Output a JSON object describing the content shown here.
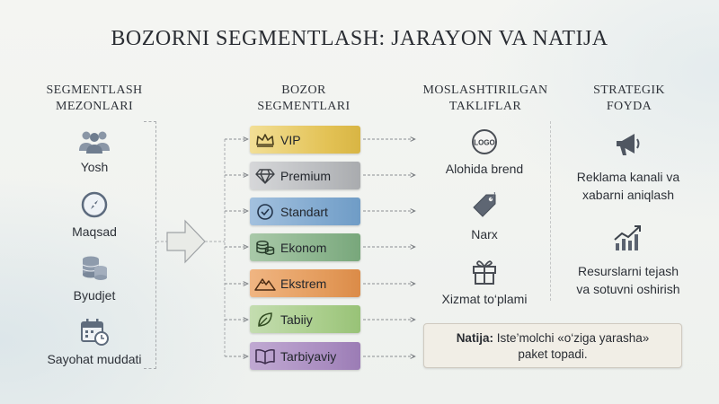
{
  "title": "BOZORNI SEGMENTLASH: JARAYON VA NATIJA",
  "columns": {
    "criteria": "SEGMENTLASH\nMEZONLARI",
    "segments": "BOZOR\nSEGMENTLARI",
    "offers": "MOSLASHTIRILGAN\nTAKLIFLAR",
    "benefits": "STRATEGIK\nFOYDA"
  },
  "criteria": [
    {
      "label": "Yosh",
      "icon": "people-icon"
    },
    {
      "label": "Maqsad",
      "icon": "compass-icon"
    },
    {
      "label": "Byudjet",
      "icon": "coins-stack-icon"
    },
    {
      "label": "Sayohat muddati",
      "icon": "calendar-clock-icon"
    }
  ],
  "segments": [
    {
      "label": "VIP",
      "icon": "crown-icon",
      "color": "#e6c95c"
    },
    {
      "label": "Premium",
      "icon": "diamond-icon",
      "color": "#b9bbbe"
    },
    {
      "label": "Standart",
      "icon": "check-circle-icon",
      "color": "#7fa8cf"
    },
    {
      "label": "Ekonom",
      "icon": "coins-icon",
      "color": "#8cb58d"
    },
    {
      "label": "Ekstrem",
      "icon": "mountain-icon",
      "color": "#e39a5a"
    },
    {
      "label": "Tabiiy",
      "icon": "leaf-icon",
      "color": "#a7cc88"
    },
    {
      "label": "Tarbiyaviy",
      "icon": "book-icon",
      "color": "#a98cc0"
    }
  ],
  "offers": [
    {
      "label": "Alohida brend",
      "icon": "logo-icon",
      "icon_text": "LOGO"
    },
    {
      "label": "Narx",
      "icon": "price-tag-icon"
    },
    {
      "label": "Xizmat to‘plami",
      "icon": "gift-icon"
    }
  ],
  "benefits": [
    {
      "label": "Reklama kanali va\nxabarni aniqlash",
      "icon": "megaphone-icon"
    },
    {
      "label": "Resurslarni tejash\nva sotuvni oshirish",
      "icon": "growth-chart-icon"
    }
  ],
  "result": {
    "label": "Natija:",
    "text": "Iste’molchi «o‘ziga yarasha»",
    "text2": "paket topadi."
  }
}
